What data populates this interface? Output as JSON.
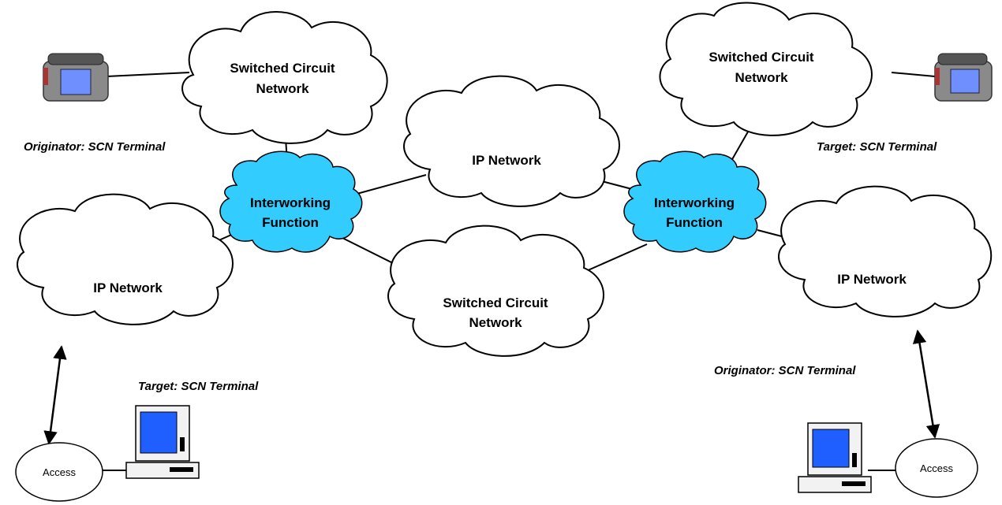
{
  "diagram": {
    "clouds": {
      "scn_top_left": {
        "line1": "Switched Circuit",
        "line2": "Network"
      },
      "scn_top_right": {
        "line1": "Switched Circuit",
        "line2": "Network"
      },
      "scn_center": {
        "line1": "Switched Circuit",
        "line2": "Network"
      },
      "ip_center": {
        "label": "IP Network"
      },
      "ip_left": {
        "label": "IP Network"
      },
      "ip_right": {
        "label": "IP Network"
      },
      "iwf_left": {
        "line1": "Interworking",
        "line2": "Function"
      },
      "iwf_right": {
        "line1": "Interworking",
        "line2": "Function"
      }
    },
    "captions": {
      "originator_top_left": "Originator: SCN Terminal",
      "target_top_right": "Target: SCN Terminal",
      "target_bottom_left": "Target: SCN Terminal",
      "originator_bottom_right": "Originator: SCN Terminal"
    },
    "access": {
      "left": "Access",
      "right": "Access"
    },
    "colors": {
      "iwf_fill": "#33ccff",
      "cloud_fill": "#ffffff",
      "stroke": "#000000",
      "screen_fill": "#1f5fff",
      "phone_keypad": "#6f8fff"
    },
    "icons": {
      "phones": "telephone-icon",
      "computers": "computer-icon"
    }
  }
}
